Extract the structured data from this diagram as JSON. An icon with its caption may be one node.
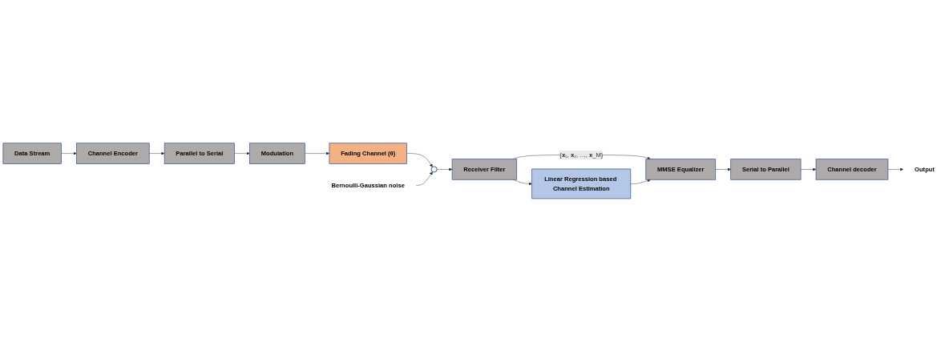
{
  "diagram": {
    "nodes": [
      {
        "text": [
          "Data Stream"
        ]
      },
      {
        "text": [
          "Channel Encoder"
        ]
      },
      {
        "text": [
          "Parallel to Serial"
        ]
      },
      {
        "text": [
          "Modulation"
        ]
      },
      {
        "text": [
          "Fading Channel (θ)"
        ]
      },
      {
        "text": [],
        "shape": "circle"
      },
      {
        "text": [
          "Bernoulli-Gaussian noise"
        ]
      },
      {
        "text": [
          "Receiver Filter"
        ]
      },
      {
        "text": [
          "MMSE Equalizer"
        ]
      },
      {
        "text": [
          "Serial to Parallel"
        ]
      },
      {
        "text": [
          "Channel decoder"
        ]
      },
      {
        "text": [
          "Output"
        ]
      },
      {
        "text": [
          "Linear Regression based Channel Estimation"
        ]
      }
    ],
    "edges": [
      {
        "from": 0,
        "to": 1,
        "arrow": "to"
      },
      {
        "from": 1,
        "to": 2,
        "arrow": "to"
      },
      {
        "from": 2,
        "to": 3,
        "arrow": "to"
      },
      {
        "from": 3,
        "to": 4,
        "arrow": "to"
      },
      {
        "from": 4,
        "to": 5,
        "arrow": "to"
      },
      {
        "from": 6,
        "to": 5,
        "arrow": "to"
      },
      {
        "from": 5,
        "to": 7,
        "arrow": "to"
      },
      {
        "from": 7,
        "to": 8,
        "arrow": "to",
        "label": "{𝐱₁, 𝐱₂, …, 𝐱_M}"
      },
      {
        "from": 8,
        "to": 9,
        "arrow": "to"
      },
      {
        "from": 9,
        "to": 10,
        "arrow": "to"
      },
      {
        "from": 10,
        "to": 11,
        "arrow": "to"
      },
      {
        "from": 7,
        "to": 12,
        "arrow": "to"
      },
      {
        "from": 12,
        "to": 8,
        "arrow": "to"
      }
    ]
  }
}
